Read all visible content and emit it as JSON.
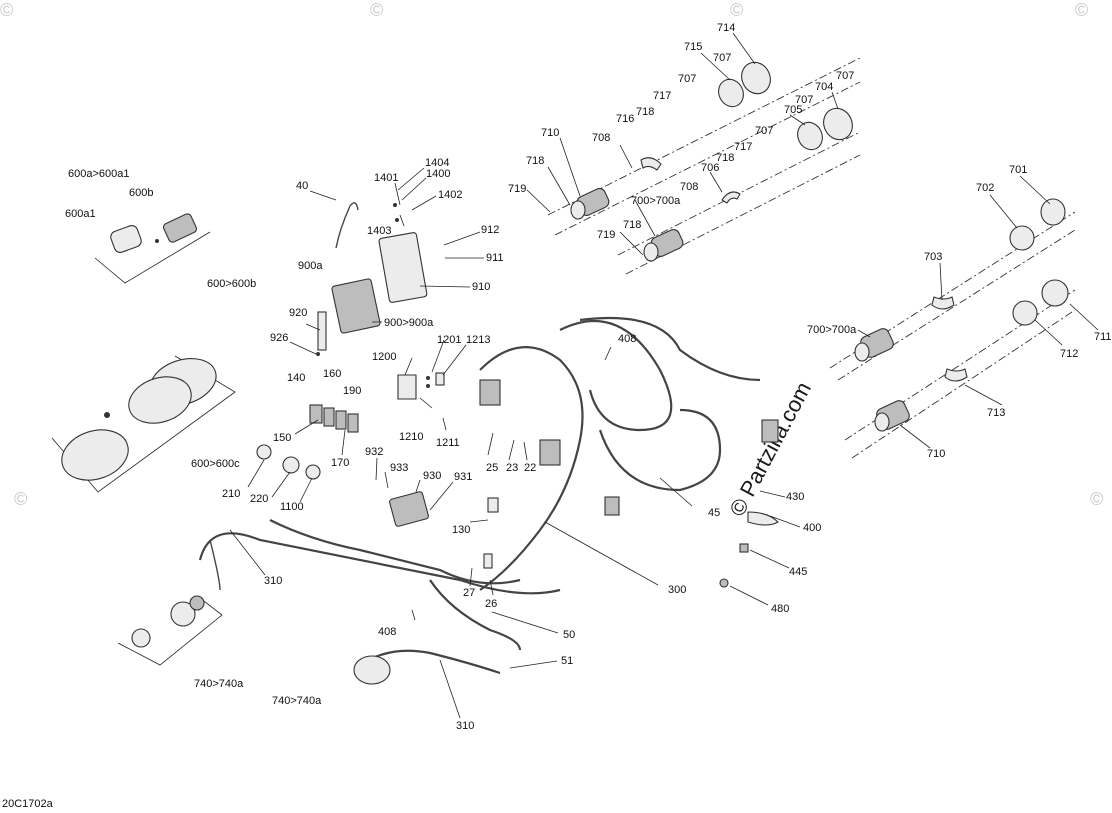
{
  "diagram": {
    "id_code": "20C1702a",
    "brand": "© Partzilla.com",
    "watermark_symbol": "©",
    "labels": {
      "l714": "714",
      "l715": "715",
      "l707a": "707",
      "l707b": "707",
      "l707c": "707",
      "l707d": "707",
      "l704": "704",
      "l705": "705",
      "l717a": "717",
      "l717b": "717",
      "l718a": "718",
      "l718b": "718",
      "l718c": "718",
      "l718d": "718",
      "l716": "716",
      "l710a": "710",
      "l710b": "710",
      "l708a": "708",
      "l708b": "708",
      "l706": "706",
      "l719a": "719",
      "l719b": "719",
      "l700a": "700>700a",
      "l700b": "700>700a",
      "l701": "701",
      "l702": "702",
      "l703": "703",
      "l711": "711",
      "l712": "712",
      "l713": "713",
      "l600a": "600a>600a1",
      "l600b": "600b",
      "l600a1": "600a1",
      "l600to600b": "600>600b",
      "l40": "40",
      "l1404": "1404",
      "l1401": "1401",
      "l1400": "1400",
      "l1402": "1402",
      "l1403": "1403",
      "l912": "912",
      "l911": "911",
      "l910": "910",
      "l900a": "900a",
      "l920": "920",
      "l900to900a": "900>900a",
      "l926": "926",
      "l1201": "1201",
      "l1213": "1213",
      "l1200": "1200",
      "l1210": "1210",
      "l1211": "1211",
      "l408a": "408",
      "l408b": "408",
      "l140": "140",
      "l160": "160",
      "l190": "190",
      "l150": "150",
      "l170": "170",
      "l600to600c": "600>600c",
      "l25": "25",
      "l23": "23",
      "l22": "22",
      "l45": "45",
      "l430": "430",
      "l400": "400",
      "l445": "445",
      "l480": "480",
      "l932": "932",
      "l933": "933",
      "l930": "930",
      "l931": "931",
      "l210": "210",
      "l220": "220",
      "l1100": "1100",
      "l130": "130",
      "l300": "300",
      "l310a": "310",
      "l310b": "310",
      "l27": "27",
      "l26": "26",
      "l50": "50",
      "l51": "51",
      "l740a": "740>740a",
      "l740b": "740>740a"
    }
  }
}
